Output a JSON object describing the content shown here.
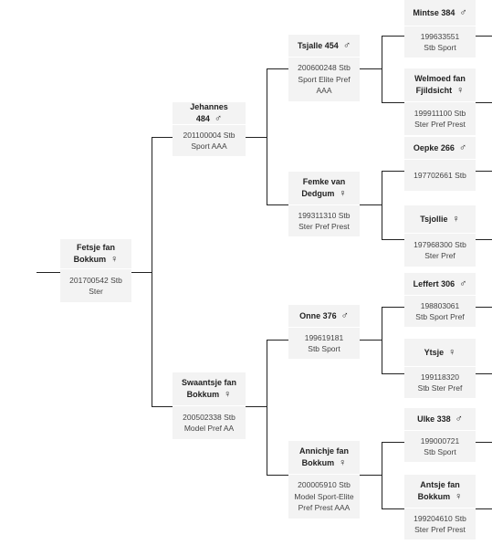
{
  "icons": {
    "male": "male-symbol-icon",
    "female": "female-symbol-icon"
  },
  "colors": {
    "card_bg": "#f3f3f3",
    "line": "#222222"
  },
  "pedigree": {
    "subject": {
      "name": "Fetsje fan Bokkum",
      "sex": "♀",
      "info": "201700542 Stb Ster"
    },
    "sire": {
      "name": "Jehannes 484",
      "sex": "♂",
      "info": "201100004 Stb Sport AAA"
    },
    "dam": {
      "name": "Swaantsje fan Bokkum",
      "sex": "♀",
      "info": "200502338 Stb Model Pref AA"
    },
    "sire_sire": {
      "name": "Tsjalle 454",
      "sex": "♂",
      "info": "200600248 Stb Sport Elite Pref AAA"
    },
    "sire_dam": {
      "name": "Femke van Dedgum",
      "sex": "♀",
      "info": "199311310 Stb Ster Pref Prest"
    },
    "dam_sire": {
      "name": "Onne 376",
      "sex": "♂",
      "info": "199619181 Stb Sport"
    },
    "dam_dam": {
      "name": "Annichje fan Bokkum",
      "sex": "♀",
      "info": "200005910 Stb Model Sport-Elite Pref Prest AAA"
    },
    "ss_sire": {
      "name": "Mintse 384",
      "sex": "♂",
      "info": "199633551 Stb Sport"
    },
    "ss_dam": {
      "name": "Welmoed fan Fjildsicht",
      "sex": "♀",
      "info": "199911100 Stb Ster Pref Prest"
    },
    "sd_sire": {
      "name": "Oepke 266",
      "sex": "♂",
      "info": "197702661 Stb"
    },
    "sd_dam": {
      "name": "Tsjollie",
      "sex": "♀",
      "info": "197968300 Stb Ster Pref"
    },
    "ds_sire": {
      "name": "Leffert 306",
      "sex": "♂",
      "info": "198803061 Stb Sport Pref"
    },
    "ds_dam": {
      "name": "Ytsje",
      "sex": "♀",
      "info": "199118320 Stb Ster Pref"
    },
    "dd_sire": {
      "name": "Ulke 338",
      "sex": "♂",
      "info": "199000721 Stb Sport"
    },
    "dd_dam": {
      "name": "Antsje fan Bokkum",
      "sex": "♀",
      "info": "199204610 Stb Ster Pref Prest"
    }
  }
}
